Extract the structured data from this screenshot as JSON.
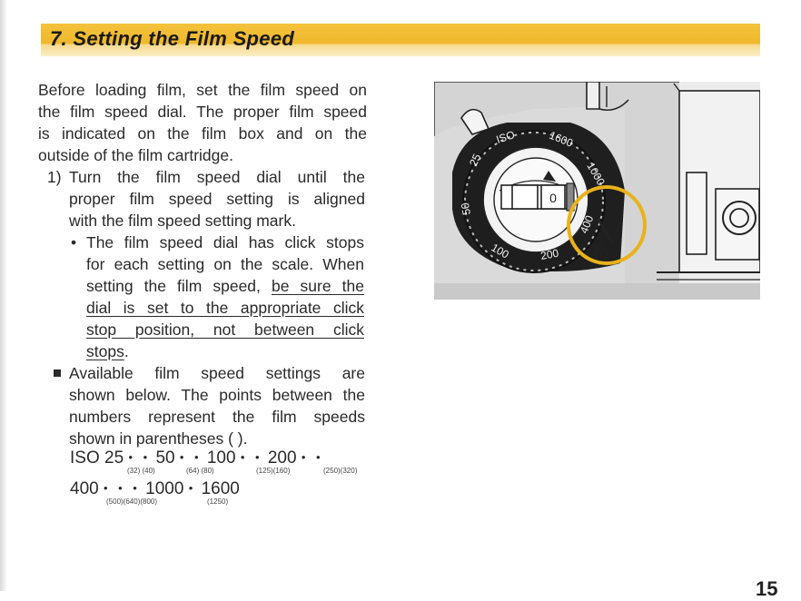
{
  "section": {
    "title": "7. Setting the Film Speed"
  },
  "intro": {
    "lines": [
      "Before loading film, set the film speed on",
      "the film speed dial. The proper film speed",
      "is indicated on the film box and on the",
      "outside of the film cartridge."
    ]
  },
  "step1": {
    "number": "1)",
    "lines": [
      "Turn the film speed dial until the",
      "proper film speed setting is aligned",
      "with the film speed setting mark."
    ],
    "bullet": "•",
    "note_lines": [
      "The film speed dial has click stops",
      "for each setting on the scale. When",
      "setting the film speed,"
    ],
    "note_underlined_start": "be sure the",
    "note_underlined_lines": [
      "dial is set to the appropriate click",
      "stop position, not between click",
      "stops"
    ],
    "note_end": "."
  },
  "available": {
    "lines": [
      "Available film speed settings are",
      "shown below. The points between the",
      "numbers represent the film speeds",
      "shown in parentheses (    )."
    ]
  },
  "speeds": {
    "row1": {
      "prefix": "ISO",
      "values": [
        "25",
        "50",
        "100",
        "200"
      ],
      "dots": "• •",
      "subs": [
        "(32) (40)",
        "(64) (80)",
        "(125)(160)",
        "(250)(320)"
      ]
    },
    "row2": {
      "values": [
        "400",
        "1000",
        "1600"
      ],
      "dots_a": "• • •",
      "dots_b": "•",
      "subs": [
        "(500)(640)(800)",
        "(1250)"
      ]
    }
  },
  "figure": {
    "dial_labels": [
      "ISO",
      "25",
      "50",
      "100",
      "200",
      "400",
      "1000",
      "1600"
    ],
    "window_label": "0"
  },
  "page": {
    "number": "15"
  },
  "colors": {
    "accent": "#efb82b",
    "ring": "#e9b21a",
    "figure_bg": "#d4d4d4"
  }
}
